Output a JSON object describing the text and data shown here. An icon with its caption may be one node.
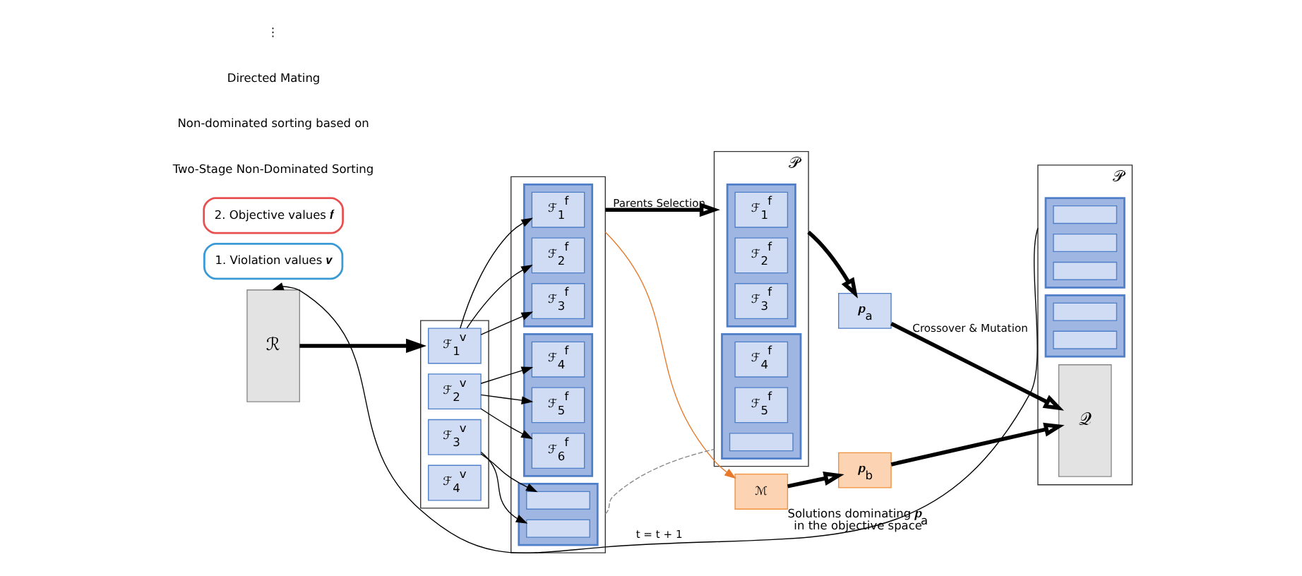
{
  "diagram": {
    "nodes": [
      {
        "text": [
          "ℛ"
        ]
      },
      {
        "text": [],
        "shape": "box"
      },
      {
        "text": [
          "ℱ$_{1}$$^{v}$"
        ],
        "in": 1
      },
      {
        "text": [
          "ℱ$_{2}$$^{v}$"
        ],
        "in": 1
      },
      {
        "text": [
          "ℱ$_{3}$$^{v}$"
        ],
        "in": 1
      },
      {
        "text": [
          "ℱ$_{4}$$^{v}$"
        ],
        "in": 1
      },
      {
        "text": [],
        "shape": "box"
      },
      {
        "text": [],
        "shape": "box",
        "in": 6
      },
      {
        "text": [
          "ℱ$_{1}$$^{f}$"
        ],
        "in": 7
      },
      {
        "text": [
          "ℱ$_{2}$$^{f}$"
        ],
        "in": 7
      },
      {
        "text": [
          "ℱ$_{3}$$^{f}$"
        ],
        "in": 7
      },
      {
        "text": [],
        "shape": "box",
        "in": 6
      },
      {
        "text": [
          "ℱ$_{4}$$^{f}$"
        ],
        "in": 11
      },
      {
        "text": [
          "ℱ$_{5}$$^{f}$"
        ],
        "in": 11
      },
      {
        "text": [
          "ℱ$_{6}$$^{f}$"
        ],
        "in": 11
      },
      {
        "text": [],
        "shape": "box",
        "in": 6
      },
      {
        "text": [],
        "shape": "box",
        "in": 15
      },
      {
        "text": [],
        "shape": "box",
        "in": 15
      },
      {
        "text": [
          "𝒫"
        ]
      },
      {
        "text": [],
        "shape": "box",
        "in": 18
      },
      {
        "text": [
          "ℱ$_{1}$$^{f}$"
        ],
        "in": 19
      },
      {
        "text": [
          "ℱ$_{2}$$^{f}$"
        ],
        "in": 19
      },
      {
        "text": [
          "ℱ$_{3}$$^{f}$"
        ],
        "in": 19
      },
      {
        "text": [],
        "shape": "box",
        "in": 18
      },
      {
        "text": [
          "ℱ$_{4}$$^{f}$"
        ],
        "in": 23
      },
      {
        "text": [
          "ℱ$_{5}$$^{f}$"
        ],
        "in": 23
      },
      {
        "text": [],
        "shape": "box",
        "in": 23
      },
      {
        "text": [
          "ℳ"
        ],
        "beside": [
          "Solutions dominating 𝒑$_{a}$ in the objective space"
        ]
      },
      {
        "text": [
          "𝒑$_{a}$"
        ]
      },
      {
        "text": [
          "𝒑$_{b}$"
        ]
      },
      {
        "text": [
          "𝒫"
        ]
      },
      {
        "text": [],
        "shape": "box",
        "in": 30
      },
      {
        "text": [],
        "shape": "box",
        "in": 31
      },
      {
        "text": [],
        "shape": "box",
        "in": 31
      },
      {
        "text": [],
        "shape": "box",
        "in": 31
      },
      {
        "text": [],
        "shape": "box",
        "in": 30
      },
      {
        "text": [],
        "shape": "box",
        "in": 35
      },
      {
        "text": [],
        "shape": "box",
        "in": 35
      },
      {
        "text": [
          "𝒬"
        ],
        "in": 30
      },
      {
        "text": [
          "1. Violation values 𝒗"
        ]
      },
      {
        "text": [
          "2. Objective values 𝒇"
        ]
      }
    ],
    "edges": [
      {
        "from": 0,
        "to": 1,
        "arrow": "to",
        "style": "thick"
      },
      {
        "from": 2,
        "to": 8,
        "arrow": "to"
      },
      {
        "from": 2,
        "to": 9,
        "arrow": "to"
      },
      {
        "from": 2,
        "to": 10,
        "arrow": "to"
      },
      {
        "from": 3,
        "to": 12,
        "arrow": "to"
      },
      {
        "from": 3,
        "to": 13,
        "arrow": "to"
      },
      {
        "from": 3,
        "to": 14,
        "arrow": "to"
      },
      {
        "from": 4,
        "to": 16,
        "arrow": "to"
      },
      {
        "from": 4,
        "to": 17,
        "arrow": "to"
      },
      {
        "from": 6,
        "to": 18,
        "arrow": "to",
        "style": "thick",
        "label": "Parents Selection"
      },
      {
        "from": 6,
        "to": 18,
        "arrow": "none",
        "style": "dashed",
        "color": "#888888"
      },
      {
        "from": 6,
        "to": 27,
        "arrow": "to",
        "color": "#e8792a"
      },
      {
        "from": 18,
        "to": 28,
        "arrow": "to",
        "style": "thick"
      },
      {
        "from": 27,
        "to": 29,
        "arrow": "to",
        "style": "thick"
      },
      {
        "from": 28,
        "to": 38,
        "arrow": "to",
        "style": "thick",
        "label": "Crossover & Mutation"
      },
      {
        "from": 29,
        "to": 38,
        "arrow": "to",
        "style": "thick"
      },
      {
        "from": 30,
        "to": 0,
        "arrow": "to",
        "label": "t = t + 1"
      }
    ],
    "labels": [
      "Two-Stage Non-Dominated Sorting",
      "Non-dominated sorting based on",
      "Directed Mating",
      "⋮"
    ]
  }
}
